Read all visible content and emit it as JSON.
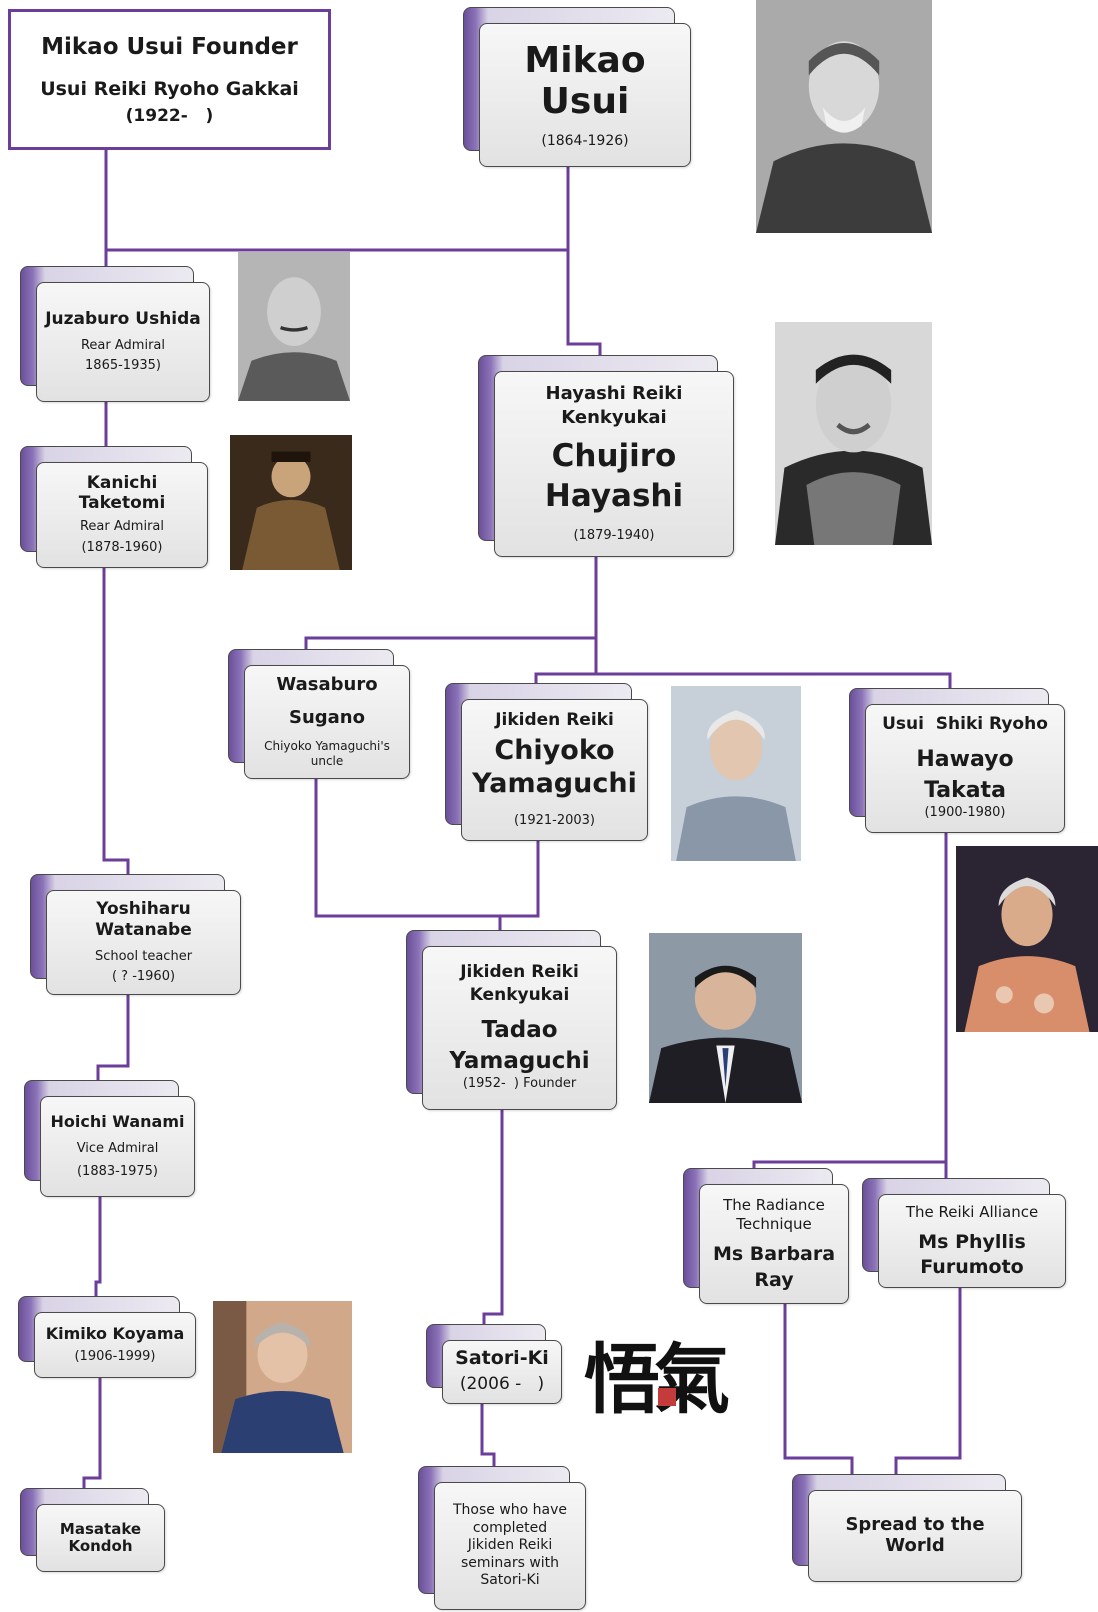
{
  "founder": {
    "title": "Mikao Usui Founder",
    "org": "Usui Reiki Ryoho Gakkai",
    "years": "(1922-   )"
  },
  "nodes": {
    "usui": {
      "name_line1": "Mikao",
      "name_line2": "Usui",
      "years": "(1864-1926)"
    },
    "ushida": {
      "name": "Juzaburo Ushida",
      "role": "Rear Admiral",
      "years": "1865-1935)"
    },
    "taketomi": {
      "name_line1": "Kanichi",
      "name_line2": "Taketomi",
      "role": "Rear Admiral",
      "years": "(1878-1960)"
    },
    "hayashi": {
      "org_line1": "Hayashi Reiki",
      "org_line2": "Kenkyukai",
      "name_line1": "Chujiro",
      "name_line2": "Hayashi",
      "years": "(1879-1940)"
    },
    "sugano": {
      "name_line1": "Wasaburo",
      "name_line2": "Sugano",
      "note_line1": "Chiyoko Yamaguchi's",
      "note_line2": "uncle"
    },
    "chiyoko": {
      "org": "Jikiden Reiki",
      "name_line1": "Chiyoko",
      "name_line2": "Yamaguchi",
      "years": "(1921-2003)"
    },
    "takata": {
      "org": "Usui  Shiki Ryoho",
      "name_line1": "Hawayo",
      "name_line2": "Takata",
      "years": "(1900-1980)"
    },
    "watanabe": {
      "name_line1": "Yoshiharu",
      "name_line2": "Watanabe",
      "role": "School teacher",
      "years": "( ? -1960)"
    },
    "tadao": {
      "org_line1": "Jikiden Reiki",
      "org_line2": "Kenkyukai",
      "name_line1": "Tadao",
      "name_line2": "Yamaguchi",
      "years": "(1952-  ) Founder"
    },
    "wanami": {
      "name": "Hoichi Wanami",
      "role": "Vice Admiral",
      "years": "(1883-1975)"
    },
    "ray": {
      "org_line1": "The Radiance",
      "org_line2": "Technique",
      "name_line1": "Ms Barbara",
      "name_line2": "Ray"
    },
    "furumoto": {
      "org": "The Reiki Alliance",
      "name_line1": "Ms Phyllis",
      "name_line2": "Furumoto"
    },
    "koyama": {
      "name": "Kimiko Koyama",
      "years": "(1906-1999)"
    },
    "satori": {
      "name": "Satori-Ki",
      "years": "(2006 -   )"
    },
    "kondoh": {
      "name_line1": "Masatake",
      "name_line2": "Kondoh"
    },
    "completed": {
      "line1": "Those who have",
      "line2": "completed",
      "line3": "Jikiden Reiki",
      "line4": "seminars with",
      "line5": "Satori-Ki"
    },
    "world": {
      "label": "Spread to the World"
    }
  },
  "calligraphy": {
    "text": "悟氣"
  },
  "colors": {
    "line": "#6b3e9a",
    "accent": "#7a5fb0"
  }
}
